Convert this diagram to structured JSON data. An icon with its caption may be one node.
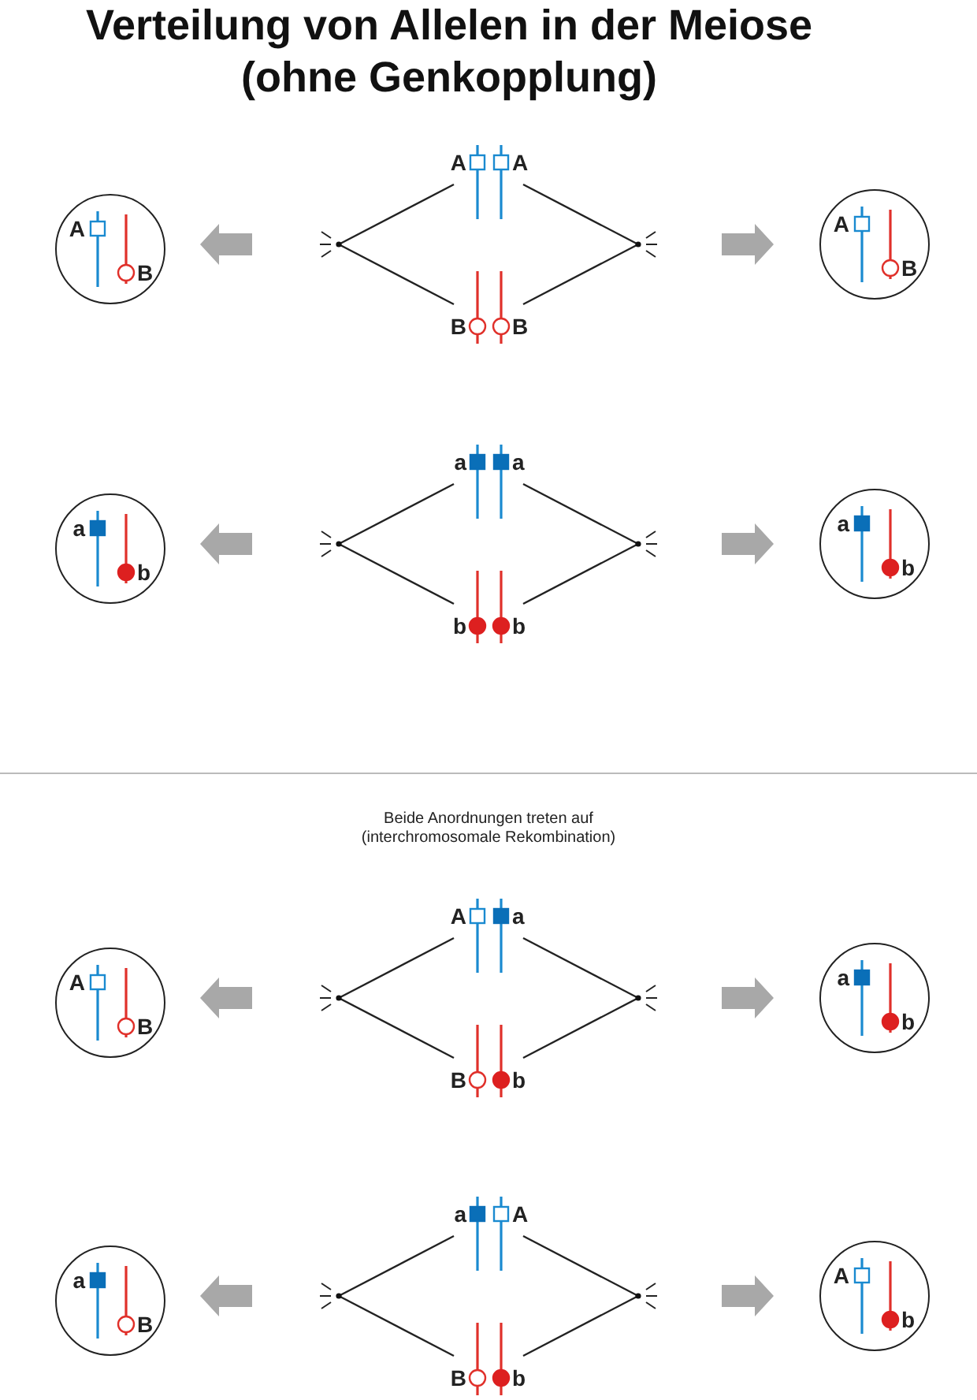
{
  "diagram": {
    "title": "Verteilung von Allelen in der Meiose (ohne Genkopplung)",
    "nodes": [
      {
        "text": [
          "A",
          "B"
        ]
      },
      {
        "text": [
          "A",
          "B"
        ]
      },
      {
        "text": [
          "a",
          "b"
        ]
      },
      {
        "text": [
          "a",
          "b"
        ]
      },
      {
        "text": [
          "A",
          "B"
        ]
      },
      {
        "text": [
          "a",
          "b"
        ]
      },
      {
        "text": [
          "a",
          "B"
        ]
      },
      {
        "text": [
          "A",
          "b"
        ]
      }
    ],
    "labels": [
      "A",
      "A",
      "B",
      "B",
      "a",
      "a",
      "b",
      "b",
      "Beide Anordnungen treten auf (interchromosomale Rekombination)",
      "A",
      "a",
      "B",
      "b",
      "a",
      "A",
      "B",
      "b"
    ]
  }
}
